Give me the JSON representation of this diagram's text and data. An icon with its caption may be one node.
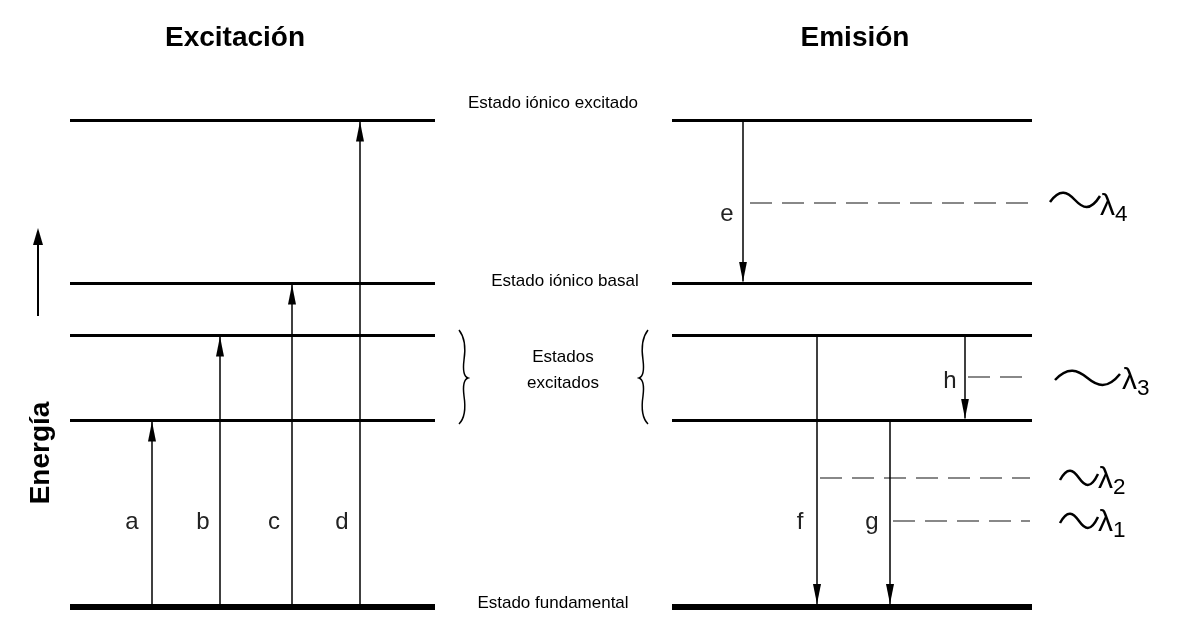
{
  "diagram": {
    "nodes": [
      {
        "text": [],
        "shape": "bar"
      },
      {
        "text": [],
        "shape": "bar"
      },
      {
        "text": [],
        "shape": "bar"
      },
      {
        "text": [],
        "shape": "bar"
      },
      {
        "text": [],
        "shape": "bar"
      },
      {
        "text": [],
        "shape": "bar"
      },
      {
        "text": [],
        "shape": "bar"
      },
      {
        "text": [],
        "shape": "bar"
      },
      {
        "text": [],
        "shape": "bar"
      },
      {
        "text": [],
        "shape": "bar"
      }
    ],
    "edges": [
      {
        "from": 4,
        "to": 3,
        "arrow": "to",
        "label": "a"
      },
      {
        "from": 4,
        "to": 2,
        "arrow": "to",
        "label": "b"
      },
      {
        "from": 4,
        "to": 1,
        "arrow": "to",
        "label": "c"
      },
      {
        "from": 4,
        "to": 0,
        "arrow": "to",
        "label": "d"
      },
      {
        "from": 5,
        "to": 6,
        "arrow": "to",
        "label": "e"
      },
      {
        "from": 7,
        "to": 9,
        "arrow": "to",
        "label": "f"
      },
      {
        "from": 8,
        "to": 9,
        "arrow": "to",
        "label": "g"
      },
      {
        "from": 7,
        "to": 8,
        "arrow": "to",
        "label": "h"
      }
    ],
    "labels": [
      "Excitación",
      "Emisión",
      "Estado iónico excitado",
      "λ$_{4}$",
      "Energía",
      "Estado iónico basal",
      "Estados excitados",
      "λ$_{3}$",
      "λ$_{2}$",
      "λ$_{1}$",
      "Estado fundamental"
    ]
  }
}
